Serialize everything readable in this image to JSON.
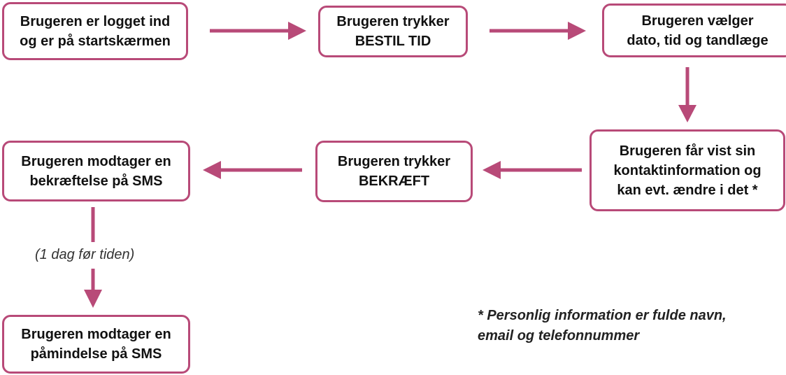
{
  "colors": {
    "accent": "#b84a78",
    "text": "#111111"
  },
  "nodes": {
    "n1": "Brugeren er logget ind\nog er på startskærmen",
    "n2": "Brugeren trykker\nBESTIL TID",
    "n3": "Brugeren vælger\ndato, tid og tandlæge",
    "n4": "Brugeren får vist sin\nkontaktinformation og\nkan evt. ændre i det *",
    "n5": "Brugeren trykker\nBEKRÆFT",
    "n6": "Brugeren modtager en\nbekræftelse på SMS",
    "n7": "Brugeren modtager en\npåmindelse på SMS"
  },
  "edge_label": "(1 dag før tiden)",
  "footnote": "* Personlig information er fulde navn,\n   email og telefonnummer"
}
